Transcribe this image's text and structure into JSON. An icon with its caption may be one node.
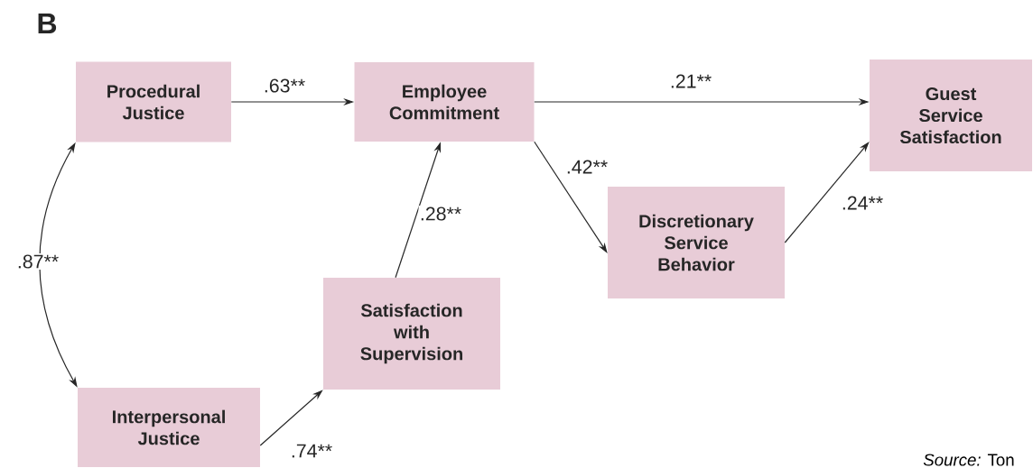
{
  "diagram": {
    "title": "B",
    "nodes": [
      {
        "text": [
          "Procedural Justice"
        ]
      },
      {
        "text": [
          "Employee Commitment"
        ]
      },
      {
        "text": [
          "Guest Service Satisfaction"
        ]
      },
      {
        "text": [
          "Discretionary Service Behavior"
        ]
      },
      {
        "text": [
          "Satisfaction with Supervision"
        ]
      },
      {
        "text": [
          "Interpersonal Justice"
        ]
      }
    ],
    "edges": [
      {
        "from": 0,
        "to": 1,
        "arrow": "to",
        "label": ".63**"
      },
      {
        "from": 1,
        "to": 2,
        "arrow": "to",
        "label": ".21**"
      },
      {
        "from": 1,
        "to": 3,
        "arrow": "to",
        "label": ".42**"
      },
      {
        "from": 3,
        "to": 2,
        "arrow": "to",
        "label": ".24**"
      },
      {
        "from": 4,
        "to": 1,
        "arrow": "to",
        "label": ".28**"
      },
      {
        "from": 5,
        "to": 4,
        "arrow": "to",
        "label": ".74**"
      },
      {
        "from": 0,
        "to": 5,
        "arrow": "both",
        "label": ".87**"
      }
    ],
    "labels": [
      "*Source:* Ton"
    ]
  }
}
